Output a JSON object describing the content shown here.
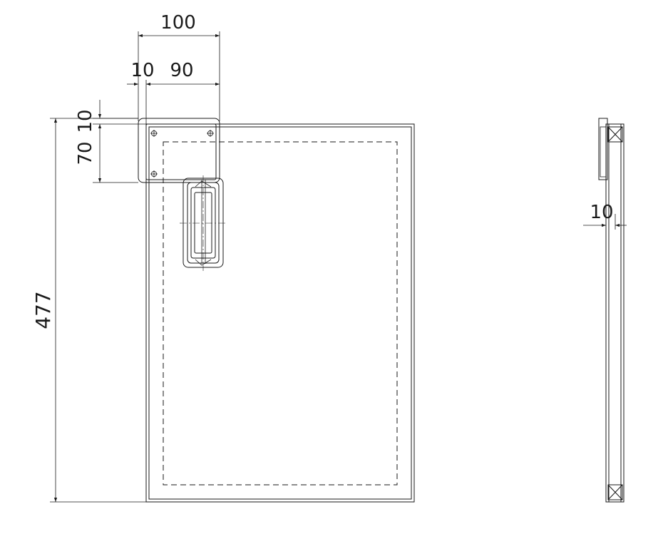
{
  "dimensions": {
    "top_total": "100",
    "top_left": "10",
    "top_right": "90",
    "left_small": "10",
    "left_mid": "70",
    "overall_height": "477",
    "side_thickness": "10"
  }
}
